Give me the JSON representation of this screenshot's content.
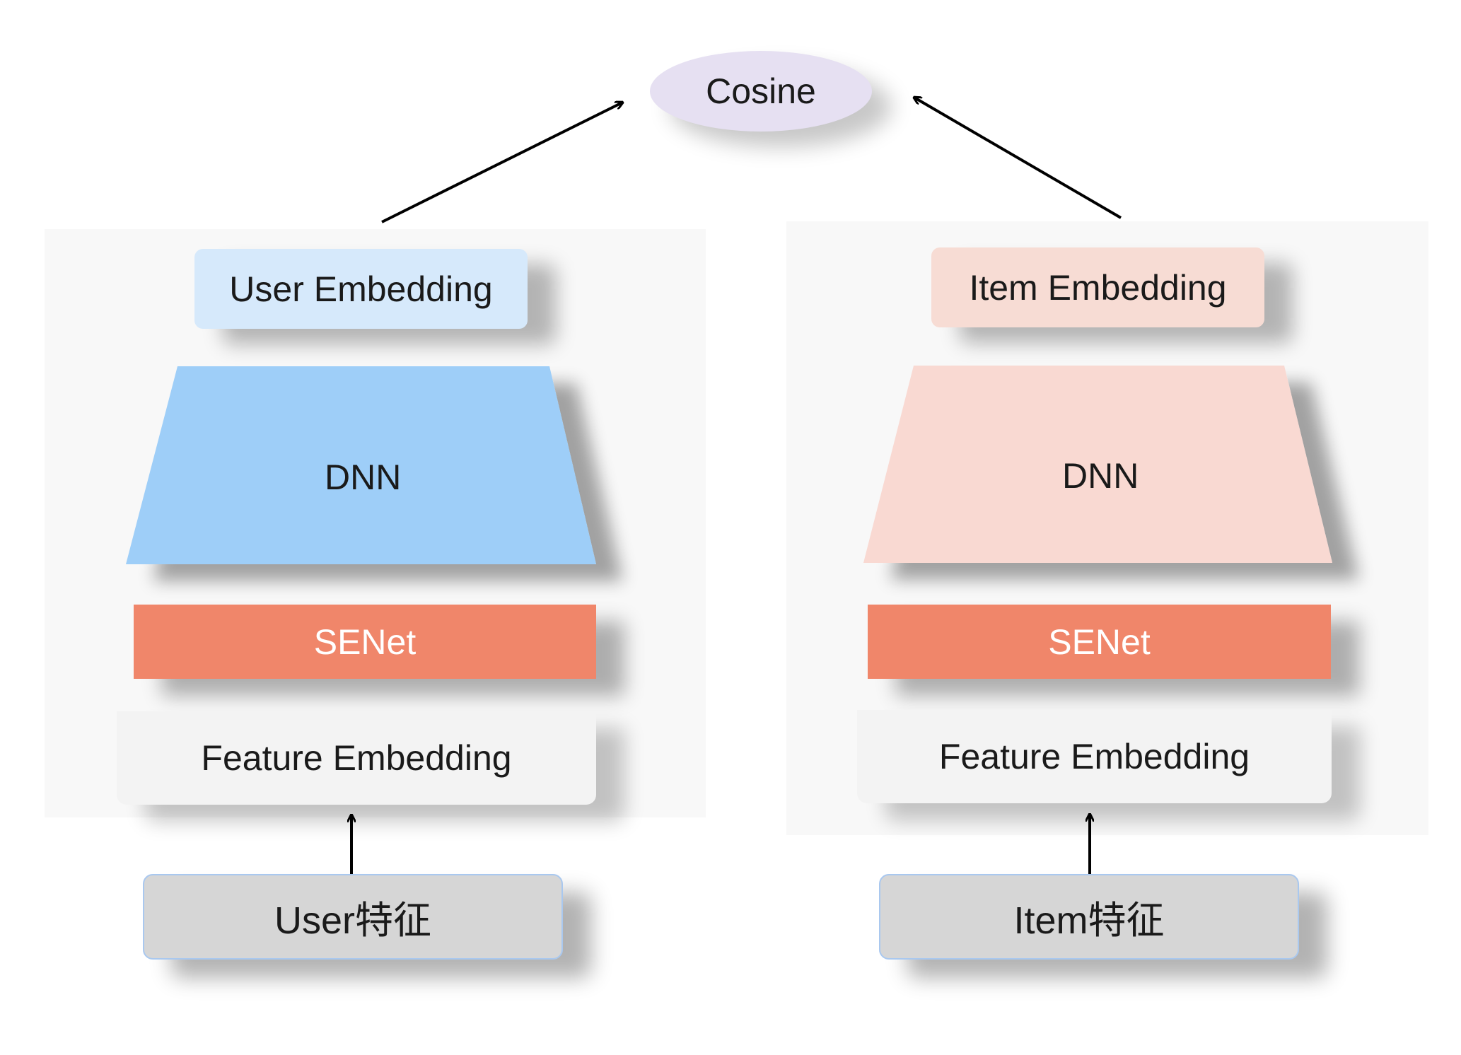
{
  "top": {
    "similarity_label": "Cosine"
  },
  "user_tower": {
    "output_label": "User Embedding",
    "dnn_label": "DNN",
    "senet_label": "SENet",
    "feature_label": "Feature Embedding",
    "input_label": "User特征"
  },
  "item_tower": {
    "output_label": "Item Embedding",
    "dnn_label": "DNN",
    "senet_label": "SENet",
    "feature_label": "Feature Embedding",
    "input_label": "Item特征"
  },
  "colors": {
    "user_dnn": "#9ecef8",
    "item_dnn": "#f9d9d2",
    "senet": "#f0866a",
    "cosine": "#e6e0f2"
  }
}
